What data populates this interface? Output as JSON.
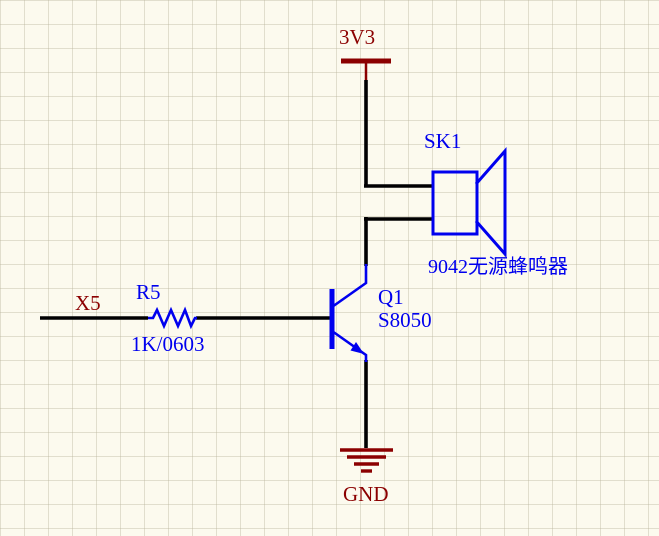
{
  "nets": {
    "power": "3V3",
    "ground": "GND",
    "input": "X5"
  },
  "components": {
    "resistor": {
      "designator": "R5",
      "value": "1K/0603"
    },
    "transistor": {
      "designator": "Q1",
      "value": "S8050"
    },
    "buzzer": {
      "designator": "SK1",
      "comment": "9042无源蜂鸣器"
    }
  },
  "colors": {
    "power_net": "#8B0000",
    "component_symbol": "#0000EE",
    "wire": "#000000",
    "canvas_background": "#FCFAEE",
    "grid_line": "#E6E2D2"
  }
}
